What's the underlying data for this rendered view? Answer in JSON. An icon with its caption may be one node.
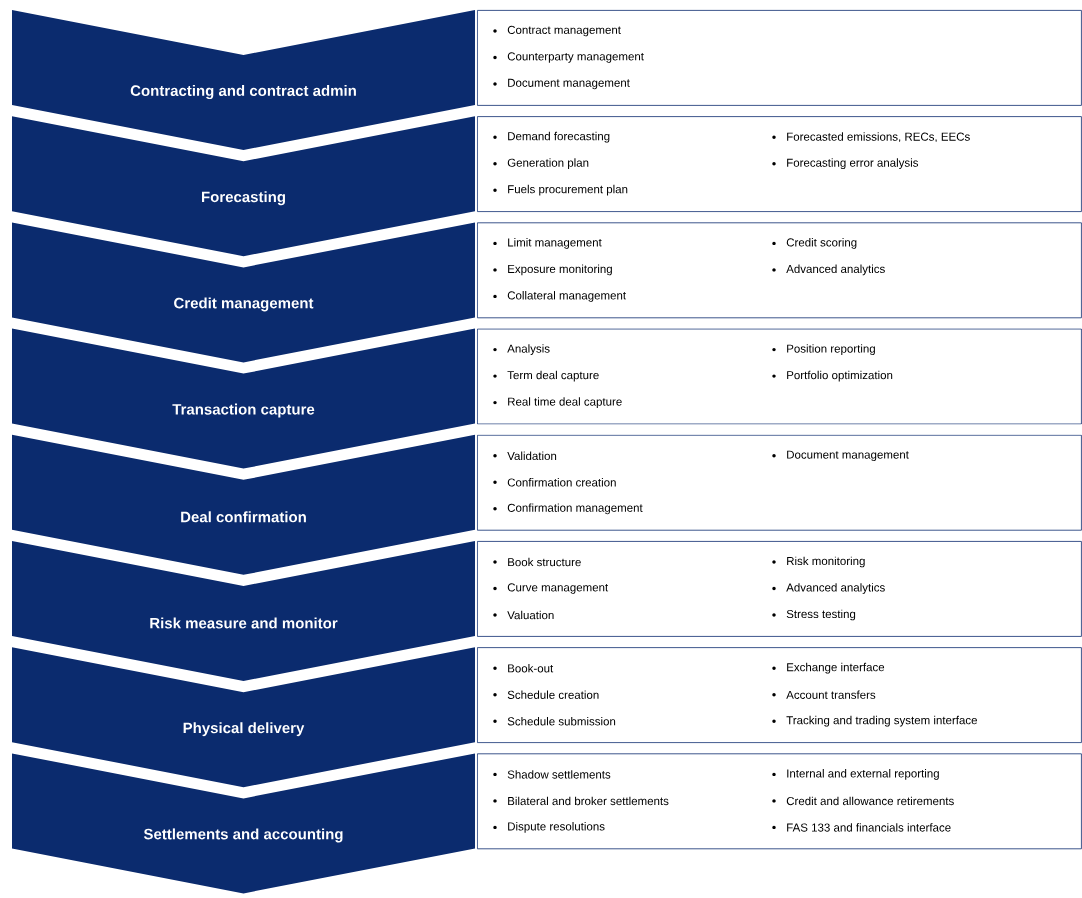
{
  "diagram": {
    "nodes": [
      {
        "text": [
          "Contracting and contract admin"
        ]
      },
      {
        "text": [
          "Contract management",
          "Counterparty management",
          "Document management"
        ]
      },
      {
        "text": [
          "Forecasting"
        ]
      },
      {
        "text": [
          "Demand forecasting",
          "Generation plan",
          "Fuels procurement plan",
          "Forecasted emissions, RECs, EECs",
          "Forecasting error analysis"
        ]
      },
      {
        "text": [
          "Credit management"
        ]
      },
      {
        "text": [
          "Limit management",
          "Exposure monitoring",
          "Collateral management",
          "Credit scoring",
          "Advanced analytics"
        ]
      },
      {
        "text": [
          "Transaction capture"
        ]
      },
      {
        "text": [
          "Analysis",
          "Term deal capture",
          "Real time deal capture",
          "Position reporting",
          "Portfolio optimization"
        ]
      },
      {
        "text": [
          "Deal confirmation"
        ]
      },
      {
        "text": [
          "Validation",
          "Confirmation creation",
          "Confirmation management",
          "Document management"
        ]
      },
      {
        "text": [
          "Risk measure and monitor"
        ]
      },
      {
        "text": [
          "Book structure",
          "Curve management",
          "Valuation",
          "Risk monitoring",
          "Advanced analytics",
          "Stress testing"
        ]
      },
      {
        "text": [
          "Physical delivery"
        ]
      },
      {
        "text": [
          "Book-out",
          "Schedule creation",
          "Schedule submission",
          "Exchange interface",
          "Account transfers",
          "Tracking and trading system interface"
        ]
      },
      {
        "text": [
          "Settlements and accounting"
        ]
      },
      {
        "text": [
          "Shadow settlements",
          "Bilateral and broker settlements",
          "Dispute resolutions",
          "Internal and external reporting",
          "Credit and allowance retirements",
          "FAS 133 and financials interface"
        ]
      }
    ]
  }
}
